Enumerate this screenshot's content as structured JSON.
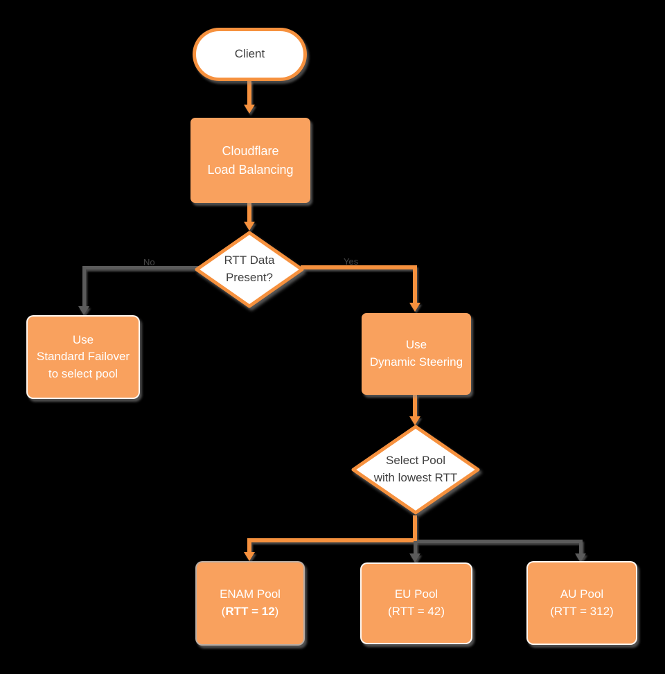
{
  "diagram": {
    "title": "Cloudflare Load Balancing dynamic steering flowchart",
    "colors": {
      "canvas_bg": "#000000",
      "orange_fill": "#F9A15E",
      "orange_stroke": "#F6913E",
      "gray_edge": "#5B5B5B",
      "dark_text": "#404040",
      "light_text": "#FFFFFF"
    },
    "nodes": {
      "client": {
        "label": "Client"
      },
      "cloudflare": {
        "line1": "Cloudflare",
        "line2": "Load Balancing"
      },
      "rtt_decision": {
        "line1": "RTT Data",
        "line2": "Present?"
      },
      "standard_failover": {
        "line1": "Use",
        "line2": "Standard Failover",
        "line3": "to select pool"
      },
      "dynamic_steering": {
        "line1": "Use",
        "line2": "Dynamic Steering"
      },
      "select_pool": {
        "line1": "Select Pool",
        "line2": "with lowest RTT"
      },
      "enam_pool": {
        "line1": "ENAM Pool",
        "open_paren": "(",
        "rtt_bold": "RTT = 12",
        "close_paren": ")"
      },
      "eu_pool": {
        "line1": "EU Pool",
        "line2": "(RTT = 42)"
      },
      "au_pool": {
        "line1": "AU Pool",
        "line2": "(RTT = 312)"
      }
    },
    "edge_labels": {
      "no": "No",
      "yes": "Yes"
    }
  }
}
